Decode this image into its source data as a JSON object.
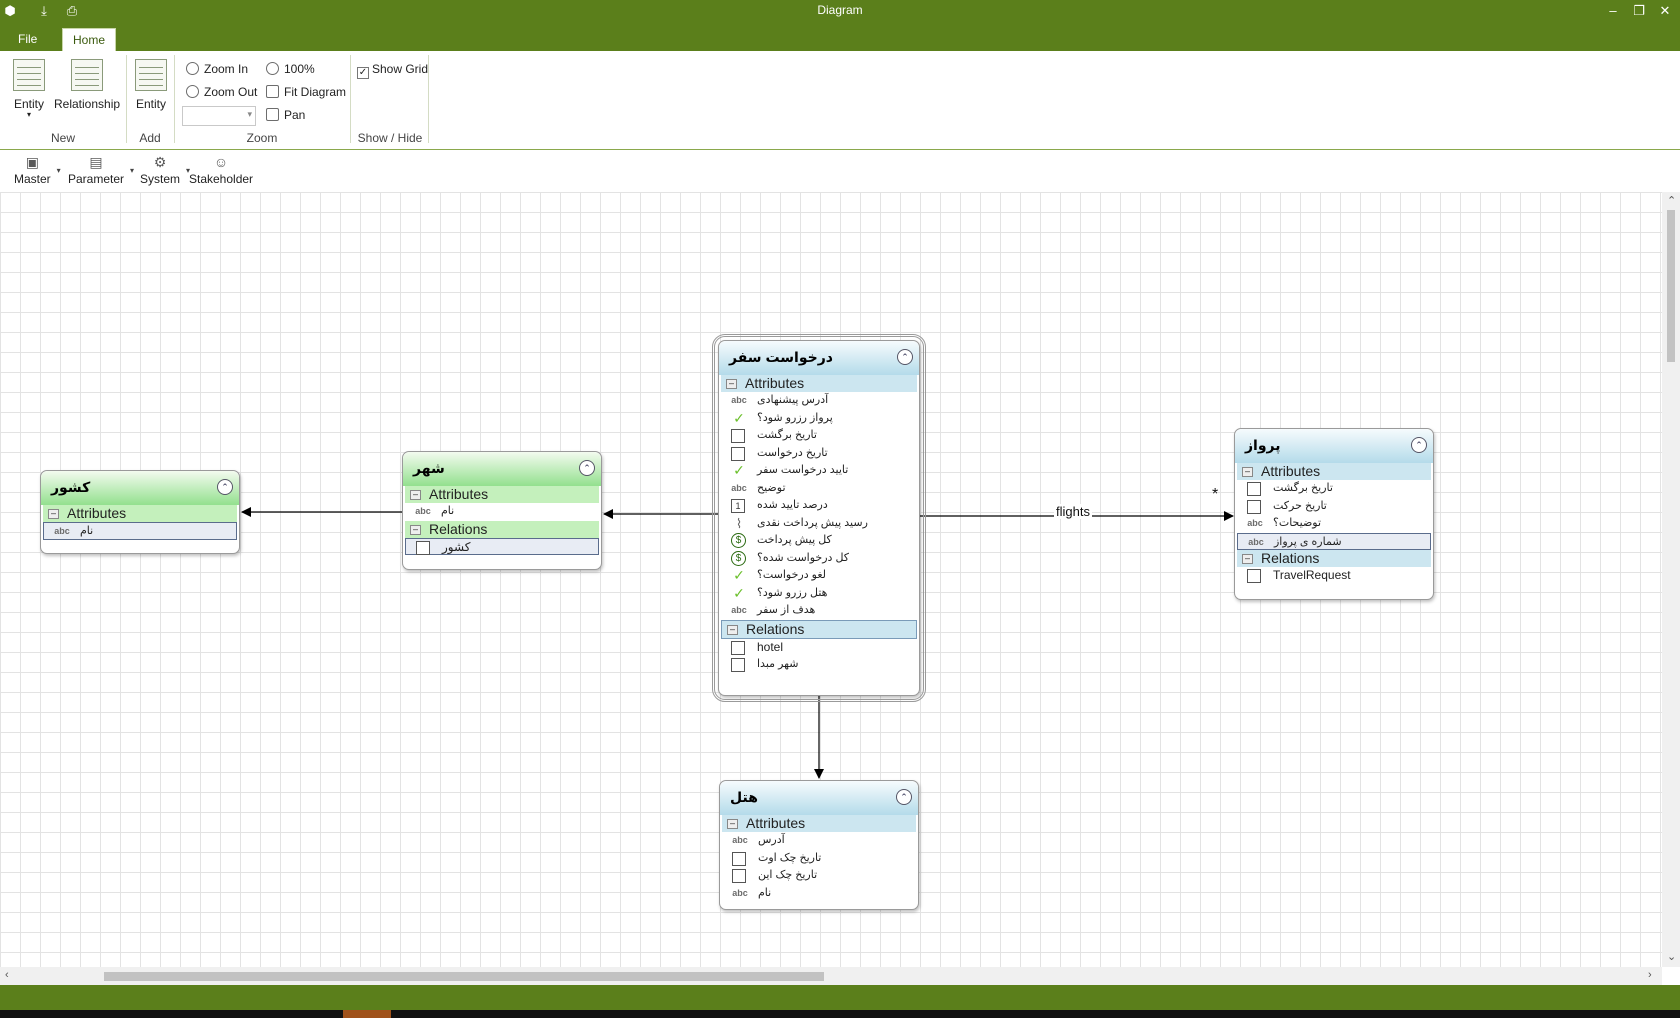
{
  "window": {
    "title": "Diagram"
  },
  "ribbon": {
    "tabs": [
      "File",
      "Home"
    ],
    "groups": {
      "new": {
        "label": "New",
        "entity": "Entity",
        "relationship": "Relationship"
      },
      "add": {
        "label": "Add",
        "entity": "Entity"
      },
      "zoom": {
        "label": "Zoom",
        "zoom_in": "Zoom In",
        "zoom_out": "Zoom Out",
        "percent": "100%",
        "fit": "Fit Diagram",
        "pan": "Pan"
      },
      "show_hide": {
        "label": "Show / Hide",
        "show_grid": "Show Grid",
        "show_grid_checked": true
      }
    }
  },
  "toolbar": {
    "items": [
      "Master",
      "Parameter",
      "System",
      "Stakeholder"
    ]
  },
  "entities": {
    "kishvar": {
      "name": "کشور",
      "sections": [
        {
          "title": "Attributes",
          "rows": [
            {
              "icon": "abc",
              "text": "نام"
            }
          ]
        }
      ]
    },
    "shahr": {
      "name": "شهر",
      "sections": [
        {
          "title": "Attributes",
          "rows": [
            {
              "icon": "abc",
              "text": "نام"
            }
          ]
        },
        {
          "title": "Relations",
          "rows": [
            {
              "icon": "table",
              "text": "کشور"
            }
          ]
        }
      ]
    },
    "travel": {
      "name": "درخواست سفر",
      "sections": [
        {
          "title": "Attributes",
          "rows": [
            {
              "icon": "abc",
              "text": "آدرس پیشنهادی"
            },
            {
              "icon": "check",
              "text": "پرواز رزرو شود؟"
            },
            {
              "icon": "calendar",
              "text": "تاریخ برگشت"
            },
            {
              "icon": "calendar",
              "text": "تاریخ درخواست"
            },
            {
              "icon": "check",
              "text": "تایید درخواست سفر"
            },
            {
              "icon": "abc",
              "text": "توضیح"
            },
            {
              "icon": "number",
              "text": "درصد تایید شده"
            },
            {
              "icon": "clip",
              "text": "رسید پیش پرداخت نقدی"
            },
            {
              "icon": "dollar",
              "text": "کل پیش پرداخت"
            },
            {
              "icon": "dollar",
              "text": "کل درخواست شده؟"
            },
            {
              "icon": "check",
              "text": "لغو درخواست؟"
            },
            {
              "icon": "check",
              "text": "هتل رزرو شود؟"
            },
            {
              "icon": "abc",
              "text": "هدف از سفر"
            }
          ]
        },
        {
          "title": "Relations",
          "rows": [
            {
              "icon": "table",
              "text": "hotel"
            },
            {
              "icon": "table",
              "text": "شهر مبدا"
            }
          ]
        }
      ]
    },
    "parvaz": {
      "name": "پرواز",
      "sections": [
        {
          "title": "Attributes",
          "rows": [
            {
              "icon": "calendar",
              "text": "تاریخ برگشت"
            },
            {
              "icon": "calendar",
              "text": "تاریخ حرکت"
            },
            {
              "icon": "abc",
              "text": "توضیحات؟"
            },
            {
              "icon": "abc",
              "text": "شماره ی پرواز"
            }
          ]
        },
        {
          "title": "Relations",
          "rows": [
            {
              "icon": "table",
              "text": "TravelRequest"
            }
          ]
        }
      ]
    },
    "hotel": {
      "name": "هتل",
      "sections": [
        {
          "title": "Attributes",
          "rows": [
            {
              "icon": "abc",
              "text": "آدرس"
            },
            {
              "icon": "calendar",
              "text": "تاریخ چک اوت"
            },
            {
              "icon": "calendar",
              "text": "تاریخ چک این"
            },
            {
              "icon": "abc",
              "text": "نام"
            }
          ]
        }
      ]
    }
  },
  "connectors": {
    "flights_label": "flights",
    "multiplicity": "*"
  },
  "colors": {
    "brand_green": "#5b7f1b",
    "header_green": "#93e08e",
    "header_blue": "#b4dbea"
  }
}
